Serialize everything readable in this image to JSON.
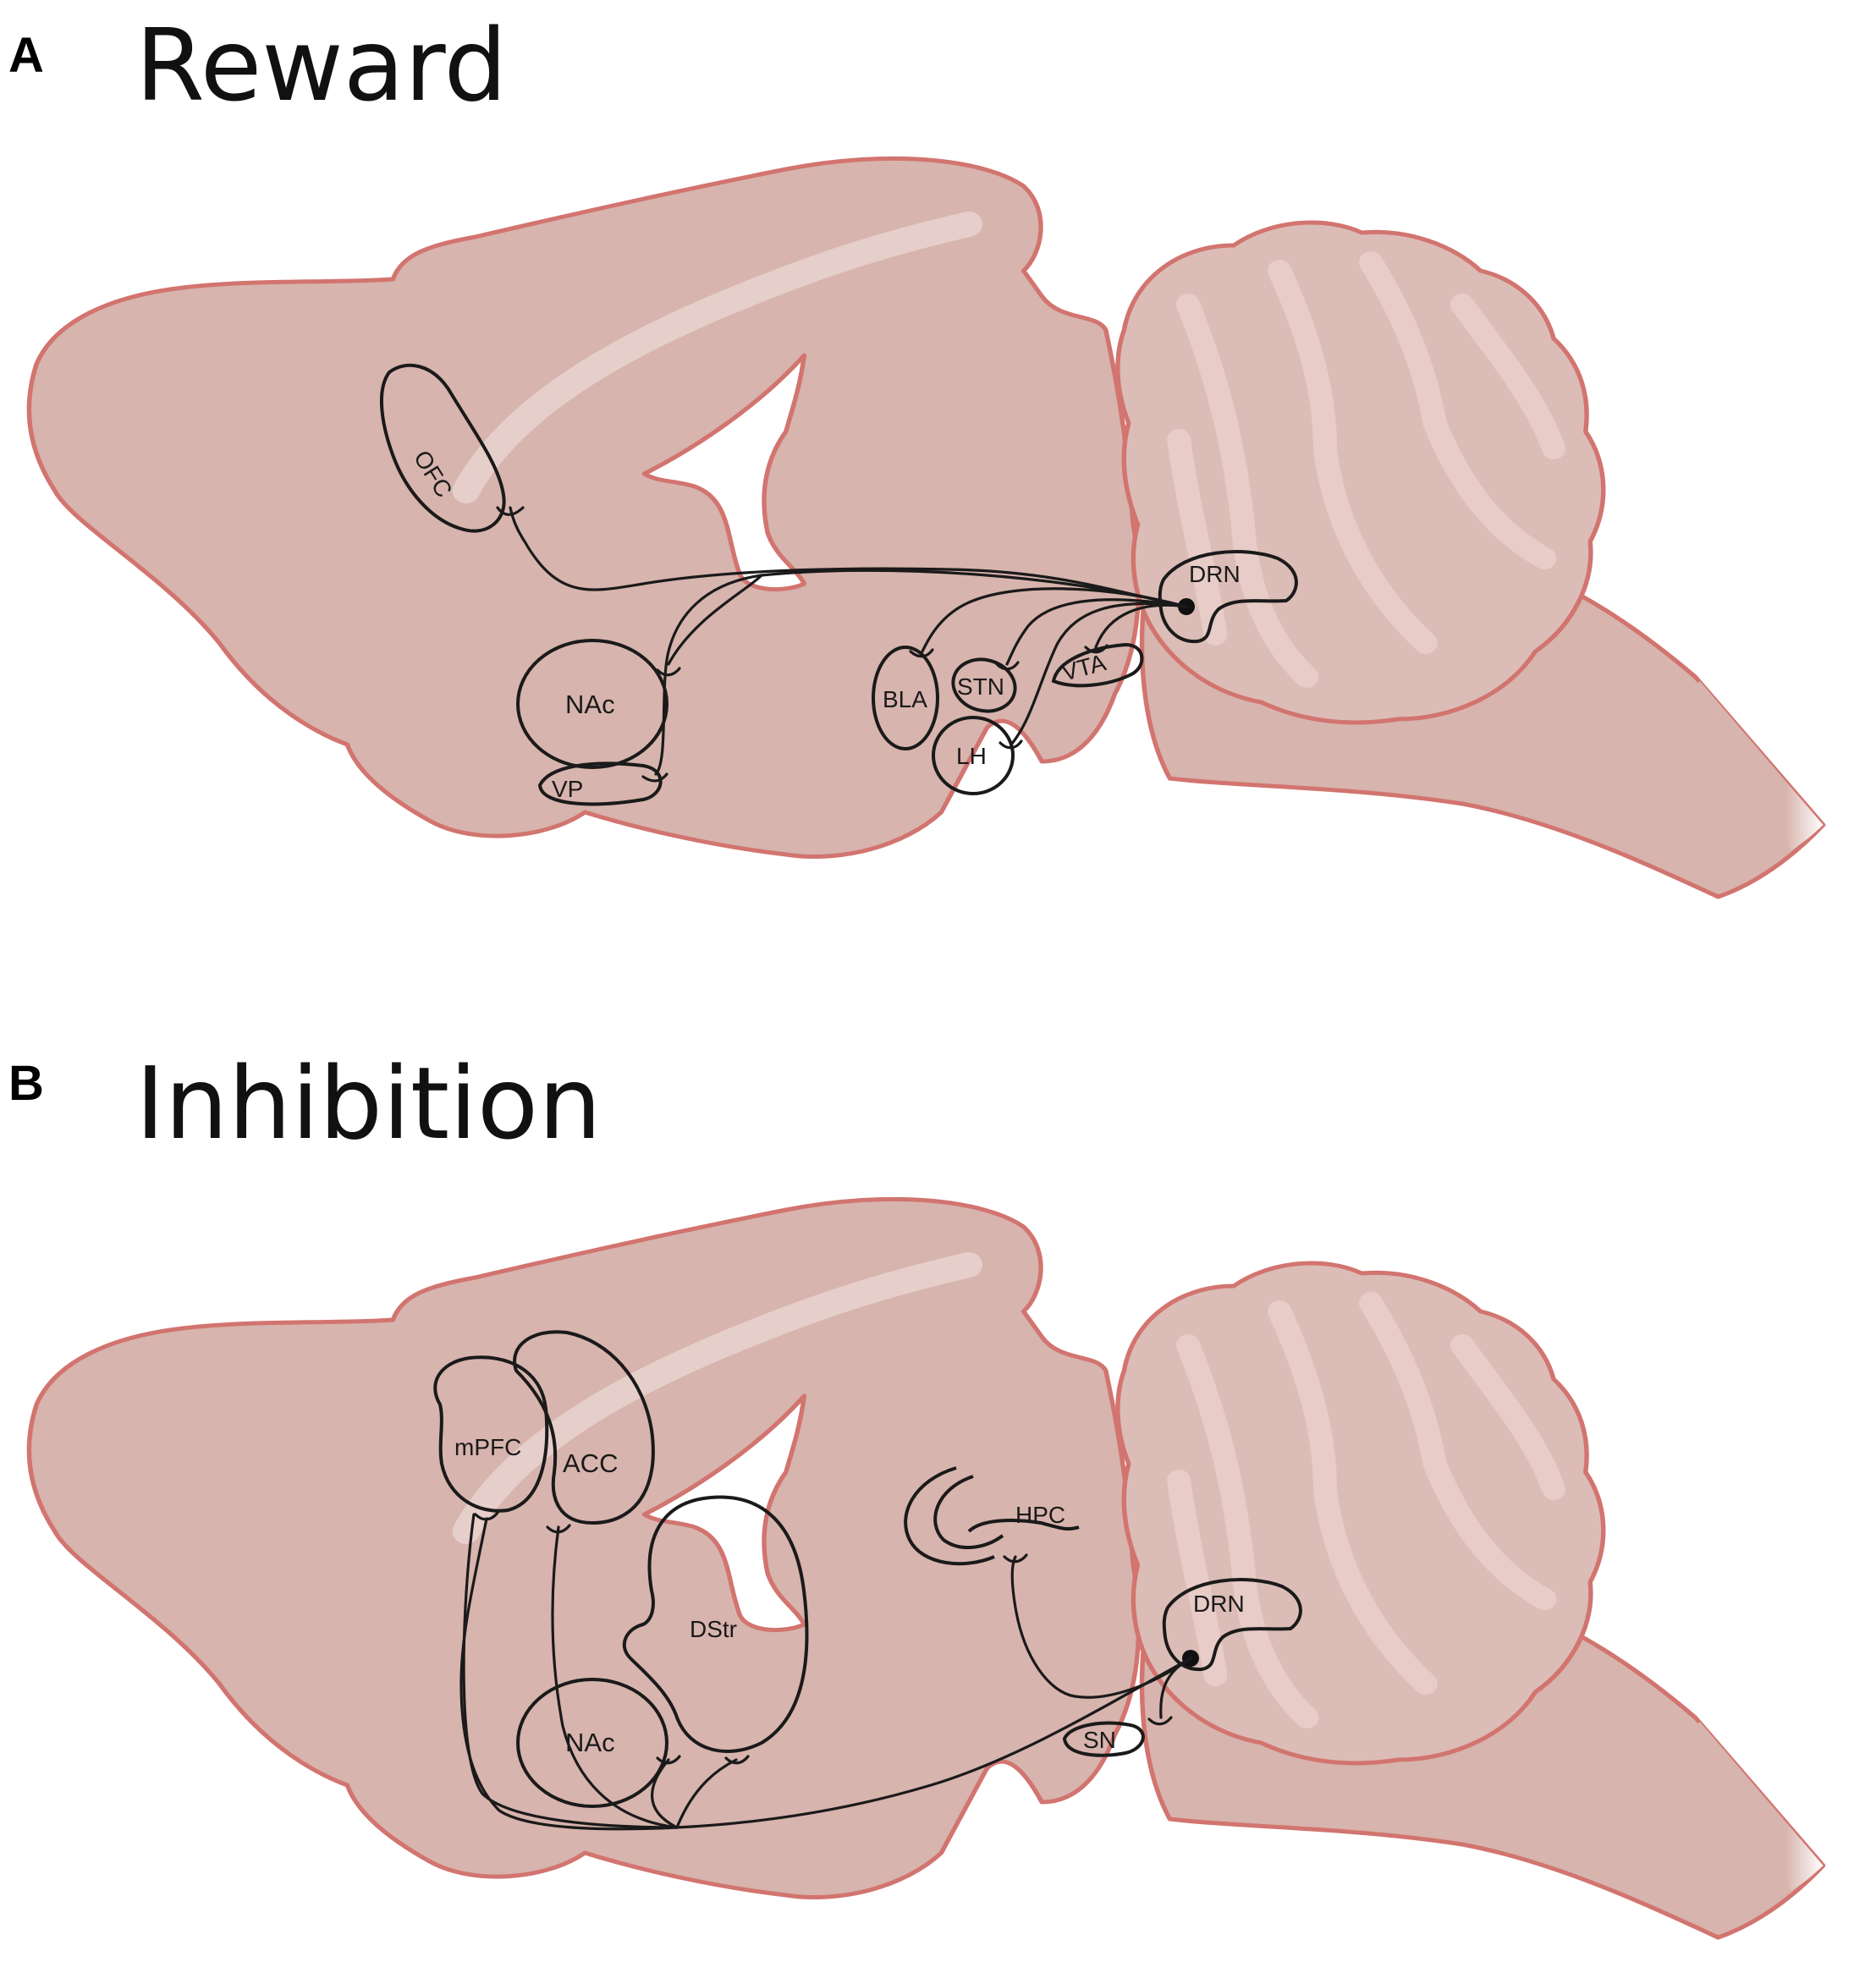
{
  "panels": [
    {
      "letter": "A",
      "title": "Reward",
      "regions": {
        "ofc": "OFC",
        "nac": "NAc",
        "vp": "VP",
        "bla": "BLA",
        "stn": "STN",
        "lh": "LH",
        "vta": "VTA",
        "drn": "DRN"
      }
    },
    {
      "letter": "B",
      "title": "Inhibition",
      "regions": {
        "mpfc": "mPFC",
        "acc": "ACC",
        "dstr": "DStr",
        "hpc": "HPC",
        "nac": "NAc",
        "sn": "SN",
        "drn": "DRN"
      }
    }
  ],
  "colors": {
    "brain_fill": "#d7b4ad",
    "brain_outline": "#d2746f",
    "cerebellum_fill": "#dcbcb6",
    "region_outline": "#1a1a1a"
  }
}
